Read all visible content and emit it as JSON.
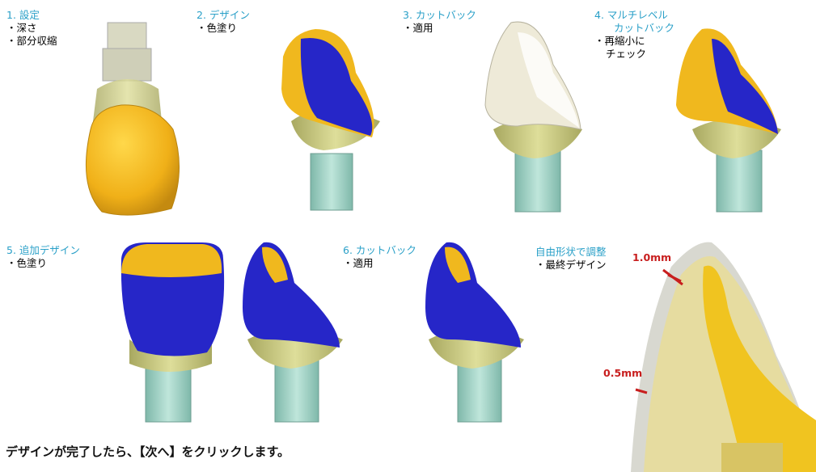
{
  "steps": [
    {
      "title": "1. 設定",
      "bullets": [
        "・深さ",
        "・部分収縮"
      ]
    },
    {
      "title": "2. デザイン",
      "bullets": [
        "・色塗り"
      ]
    },
    {
      "title": "3. カットバック",
      "bullets": [
        "・適用"
      ]
    },
    {
      "title": "4. マルチレベル",
      "title2": "カットバック",
      "bullets": [
        "・再縮小に",
        "チェック"
      ]
    },
    {
      "title": "5. 追加デザイン",
      "bullets": [
        "・色塗り"
      ]
    },
    {
      "title": "6. カットバック",
      "bullets": [
        "・適用"
      ]
    },
    {
      "title": "自由形状で調整",
      "bullets": [
        "・最終デザイン"
      ]
    }
  ],
  "measurements": {
    "outer": "1.0mm",
    "inner": "0.5mm"
  },
  "footer": "デザインが完了したら、【次へ】をクリックします。",
  "colors": {
    "step_title": "#2aa0c8",
    "measurement": "#c81e1e",
    "gold": "#f0b81e",
    "blue": "#2626c8",
    "abutment": "#9ed4c6",
    "base": "#c8c878"
  }
}
